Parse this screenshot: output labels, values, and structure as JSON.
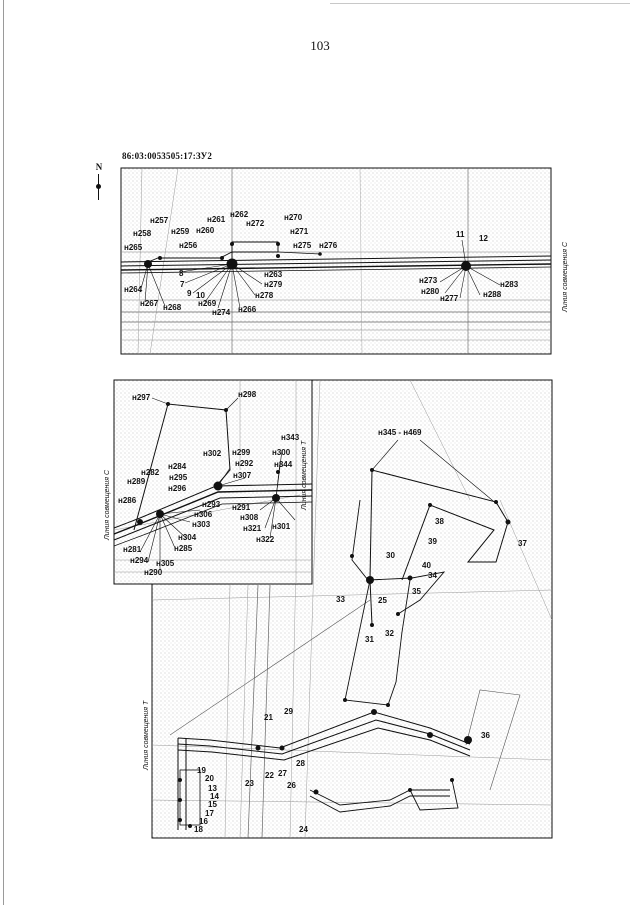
{
  "page_number": "103",
  "parcel_id": "86:03:0053505:17:ЗУ2",
  "north_label": "N",
  "match_lines": {
    "line_c": "Линия совмещения С",
    "line_t": "Линия совмещения Т"
  },
  "top_frame_points": {
    "p257": "н257",
    "p258": "н258",
    "p259": "н259",
    "p260": "н260",
    "p261": "н261",
    "p262": "н262",
    "p272": "н272",
    "p270": "н270",
    "p271": "н271",
    "p275": "н275",
    "p276": "н276",
    "p265": "н265",
    "p256": "н256",
    "p263": "н263",
    "p279": "н279",
    "p278": "н278",
    "p269": "н269",
    "p274": "н274",
    "p266": "н266",
    "p264": "н264",
    "p267": "н267",
    "p268": "н268",
    "p8": "8",
    "p7": "7",
    "p9": "9",
    "p10": "10",
    "p11": "11",
    "p12": "12",
    "p273": "н273",
    "p280": "н280",
    "p277": "н277",
    "p283": "н283",
    "p288": "н288"
  },
  "mid_frame_points": {
    "p297": "н297",
    "p298": "н298",
    "p343": "н343",
    "p302": "н302",
    "p299": "н299",
    "p300": "н300",
    "p292": "н292",
    "p344": "н344",
    "p307": "н307",
    "p284": "н284",
    "p282": "н282",
    "p295": "н295",
    "p289": "н289",
    "p296": "н296",
    "p286": "н286",
    "p293": "н293",
    "p306": "н306",
    "p291": "н291",
    "p303": "н303",
    "p308": "н308",
    "p321": "н321",
    "p301": "н301",
    "p322": "н322",
    "p304": "н304",
    "p285": "н285",
    "p281": "н281",
    "p294": "н294",
    "p305": "н305",
    "p290": "н290"
  },
  "lower_points": {
    "range": "н345 - н469",
    "p38": "38",
    "p39": "39",
    "p37": "37",
    "p30": "30",
    "p40": "40",
    "p34": "34",
    "p33": "33",
    "p25": "25",
    "p35": "35",
    "p31": "31",
    "p32": "32",
    "p21": "21",
    "p29": "29",
    "p36": "36",
    "p19": "19",
    "p20": "20",
    "p13": "13",
    "p14": "14",
    "p15": "15",
    "p17": "17",
    "p16": "16",
    "p18": "18",
    "p22": "22",
    "p23": "23",
    "p27": "27",
    "p28": "28",
    "p26": "26",
    "p24": "24"
  }
}
